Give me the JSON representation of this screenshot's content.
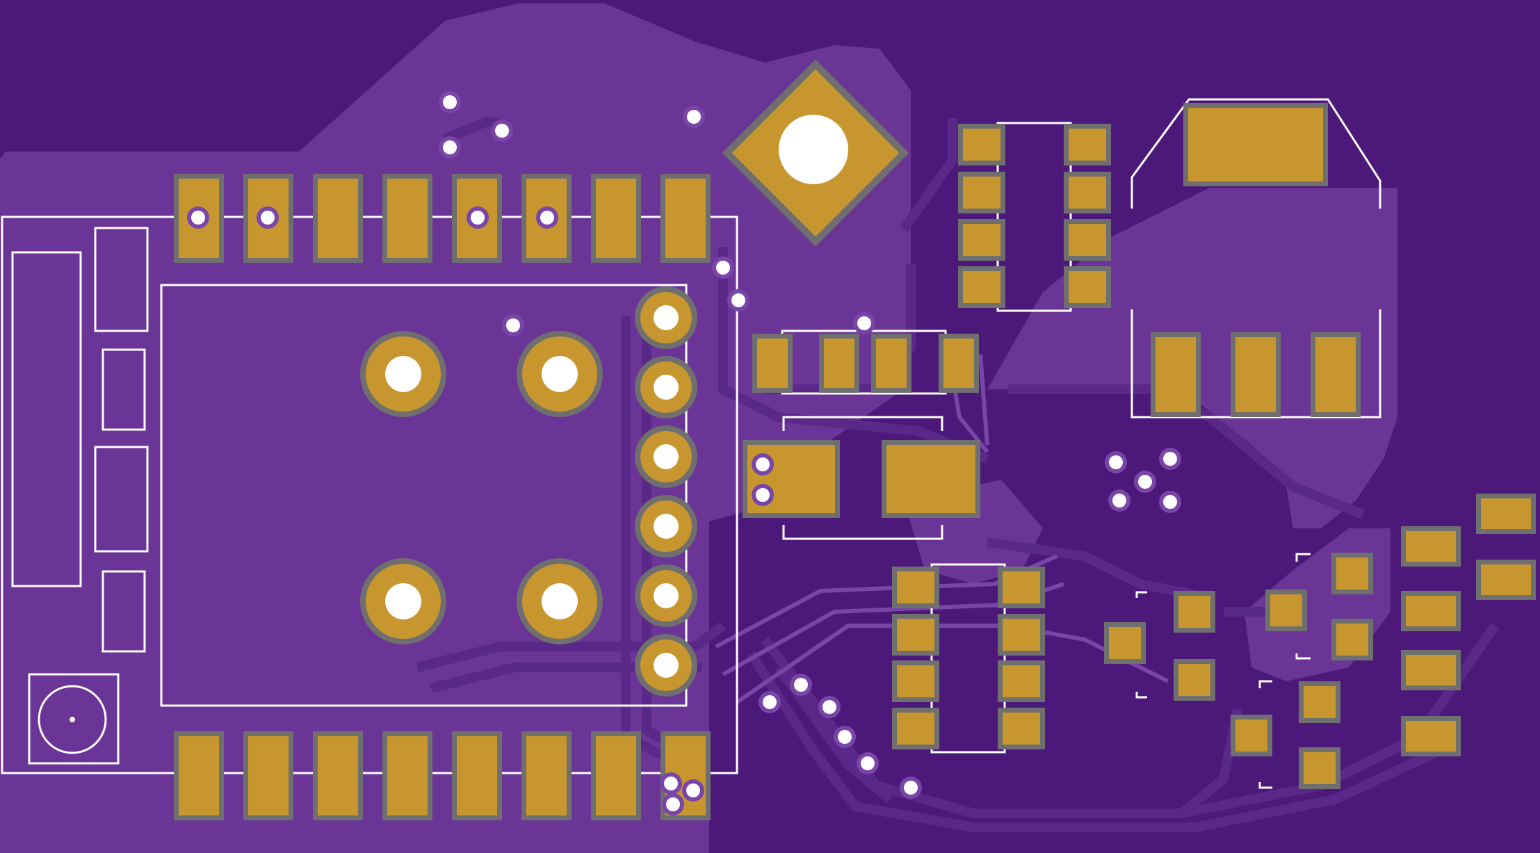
{
  "board": {
    "colors": {
      "substrate": "#4c197a",
      "copper_fill": "#6a3596",
      "pad": "#c8962f",
      "pad_outline": "#6f6f6f",
      "silkscreen": "#ffffff",
      "drill": "#ffffff",
      "trace": "#5a2888"
    },
    "icons": [
      "pcb-board",
      "smd-pad",
      "through-hole-pad",
      "via",
      "mounting-hole",
      "silkscreen-outline"
    ]
  }
}
